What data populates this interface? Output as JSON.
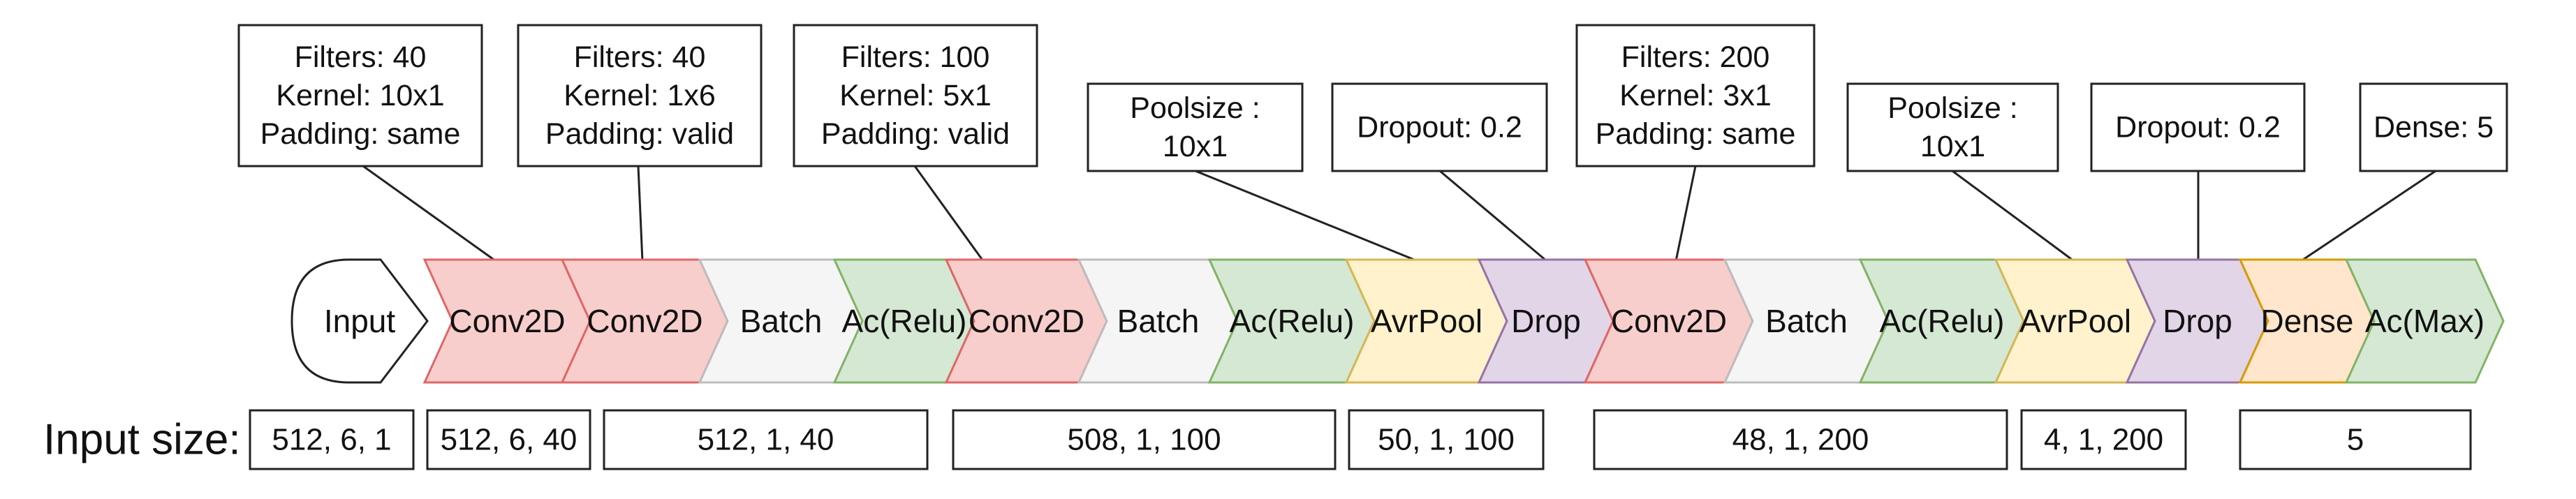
{
  "colors": {
    "conv": "#f8cecc",
    "conv_border": "#e06666",
    "batch": "#f5f5f5",
    "batch_border": "#bdbdbd",
    "act": "#d5e8d4",
    "act_border": "#82b366",
    "pool": "#fff2cc",
    "pool_border": "#d6b656",
    "drop": "#e1d5e7",
    "drop_border": "#9673a6",
    "dense": "#ffe6cc",
    "dense_border": "#d79b00"
  },
  "input_node": {
    "label": "Input"
  },
  "steps": [
    {
      "label": "Conv2D",
      "kind": "conv"
    },
    {
      "label": "Conv2D",
      "kind": "conv"
    },
    {
      "label": "Batch",
      "kind": "batch"
    },
    {
      "label": "Ac(Relu)",
      "kind": "act"
    },
    {
      "label": "Conv2D",
      "kind": "conv"
    },
    {
      "label": "Batch",
      "kind": "batch"
    },
    {
      "label": "Ac(Relu)",
      "kind": "act"
    },
    {
      "label": "AvrPool",
      "kind": "pool"
    },
    {
      "label": "Drop",
      "kind": "drop"
    },
    {
      "label": "Conv2D",
      "kind": "conv"
    },
    {
      "label": "Batch",
      "kind": "batch"
    },
    {
      "label": "Ac(Relu)",
      "kind": "act"
    },
    {
      "label": "AvrPool",
      "kind": "pool"
    },
    {
      "label": "Drop",
      "kind": "drop"
    },
    {
      "label": "Dense",
      "kind": "dense"
    },
    {
      "label": "Ac(Max)",
      "kind": "act"
    }
  ],
  "param_boxes": [
    {
      "lines": [
        "Filters: 40",
        "Kernel: 10x1",
        "Padding: same"
      ],
      "target": 0
    },
    {
      "lines": [
        "Filters: 40",
        "Kernel: 1x6",
        "Padding: valid"
      ],
      "target": 1
    },
    {
      "lines": [
        "Filters: 100",
        "Kernel: 5x1",
        "Padding: valid"
      ],
      "target": 4
    },
    {
      "lines": [
        "Poolsize :",
        "10x1"
      ],
      "target": 7
    },
    {
      "lines": [
        "Dropout: 0.2"
      ],
      "target": 8
    },
    {
      "lines": [
        "Filters: 200",
        "Kernel: 3x1",
        "Padding: same"
      ],
      "target": 9
    },
    {
      "lines": [
        "Poolsize :",
        "10x1"
      ],
      "target": 12
    },
    {
      "lines": [
        "Dropout: 0.2"
      ],
      "target": 13
    },
    {
      "lines": [
        "Dense: 5"
      ],
      "target": 14
    }
  ],
  "input_size": {
    "label": "Input size:",
    "values": [
      "512, 6, 1",
      "512, 6, 40",
      "512, 1, 40",
      "508, 1, 100",
      "50, 1, 100",
      "48, 1, 200",
      "4, 1, 200",
      "5"
    ]
  }
}
